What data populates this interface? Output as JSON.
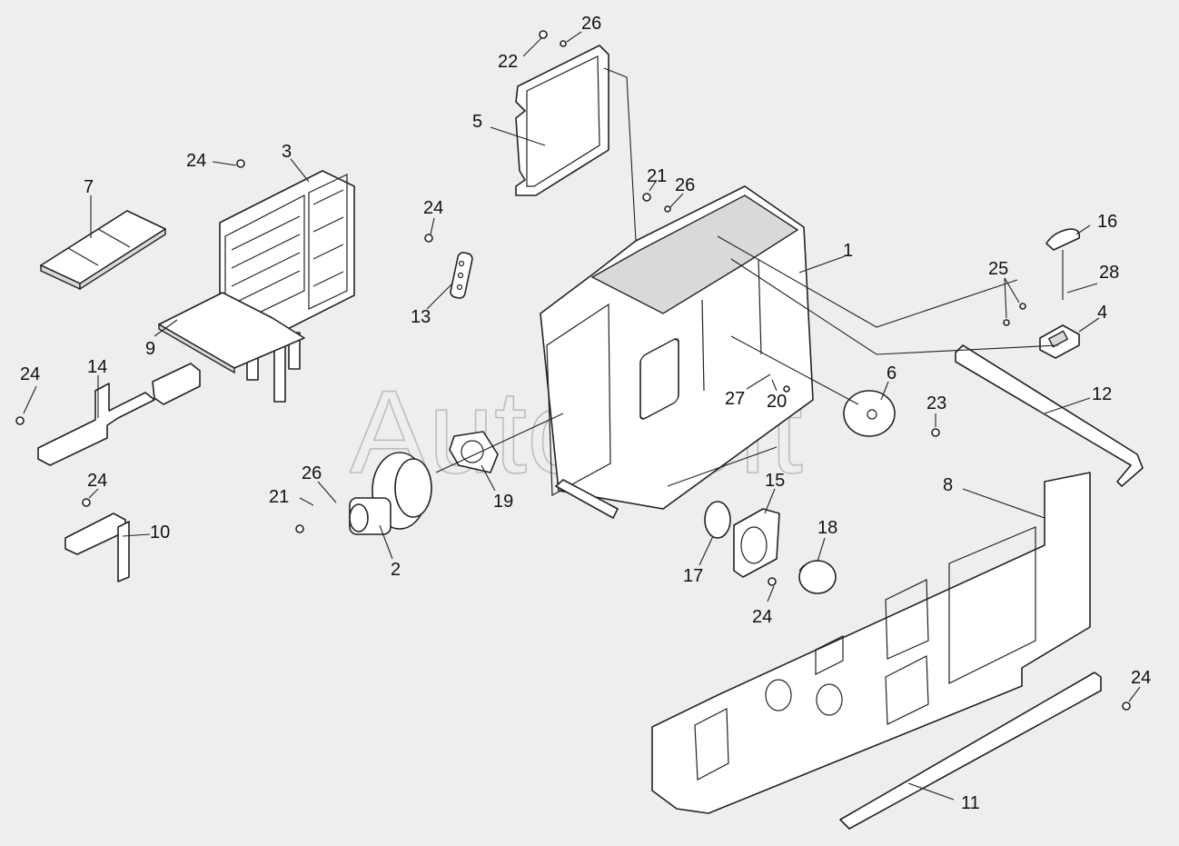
{
  "watermark": "AutoSoft",
  "callouts": {
    "c1": "1",
    "c2": "2",
    "c3": "3",
    "c4": "4",
    "c5": "5",
    "c6": "6",
    "c7": "7",
    "c8": "8",
    "c9": "9",
    "c10": "10",
    "c11": "11",
    "c12": "12",
    "c13": "13",
    "c14": "14",
    "c15": "15",
    "c16": "16",
    "c17": "17",
    "c18": "18",
    "c19": "19",
    "c20": "20",
    "c21a": "21",
    "c21b": "21",
    "c22": "22",
    "c23": "23",
    "c24a": "24",
    "c24b": "24",
    "c24c": "24",
    "c24d": "24",
    "c24e": "24",
    "c24f": "24",
    "c25": "25",
    "c26a": "26",
    "c26b": "26",
    "c26c": "26",
    "c27": "27",
    "c28": "28"
  },
  "colors": {
    "background": "#eeeeee",
    "line": "#222222",
    "watermark": "#bdbdbd"
  }
}
